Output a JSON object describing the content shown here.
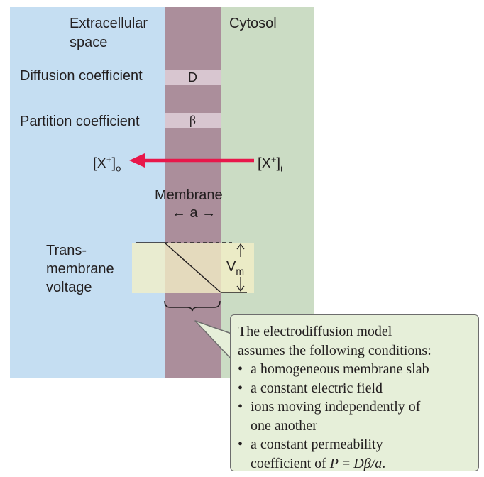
{
  "regions": {
    "extracellular": {
      "line1": "Extracellular",
      "line2": "space"
    },
    "cytosol": "Cytosol"
  },
  "bands": {
    "diffusion": {
      "label": "Diffusion coefficient",
      "symbol": "D"
    },
    "partition": {
      "label": "Partition coefficient",
      "symbol": "β"
    }
  },
  "flux": {
    "outside": {
      "base": "[X",
      "sup": "+",
      "close": "]",
      "sub": "o"
    },
    "inside": {
      "base": "[X",
      "sup": "+",
      "close": "]",
      "sub": "i"
    },
    "arrow_color": "#e8174a"
  },
  "membrane": {
    "label": "Membrane",
    "thickness_symbol": "a",
    "arrow_left": "←",
    "arrow_right": "→"
  },
  "voltage": {
    "label_lines": [
      "Trans-",
      "membrane",
      "voltage"
    ],
    "symbol": "V",
    "symbol_sub": "m"
  },
  "callout": {
    "intro_lines": [
      "The electrodiffusion model",
      "assumes the following conditions:"
    ],
    "items": [
      {
        "lines": [
          "a homogeneous membrane slab"
        ]
      },
      {
        "lines": [
          "a constant electric field"
        ]
      },
      {
        "lines": [
          "ions moving independently of",
          "one another"
        ]
      },
      {
        "lines": [
          "a constant permeability"
        ]
      }
    ],
    "last_line_prefix": "coefficient of ",
    "formula_P": "P",
    "formula_eq": " = ",
    "formula_rhs": "Dβ/a",
    "formula_end": "."
  },
  "colors": {
    "extracellular": "#c5def2",
    "membrane": "#ab8e9b",
    "cytosol": "#cbdcc4",
    "band": "#d8c6d0",
    "voltage_box": "#f3efc6",
    "callout_bg": "#e6efd9"
  }
}
